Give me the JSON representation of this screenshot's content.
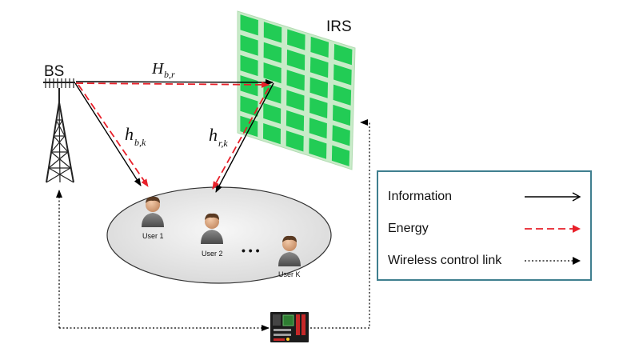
{
  "labels": {
    "bs": "BS",
    "irs": "IRS",
    "h_br_main": "H",
    "h_br_sub": "b,r",
    "h_bk_main": "h",
    "h_bk_sub": "b,k",
    "h_rk_main": "h",
    "h_rk_sub": "r,k"
  },
  "users": [
    {
      "label": "User 1"
    },
    {
      "label": "User 2"
    },
    {
      "label": "User K"
    }
  ],
  "ellipsis": "• • •",
  "legend": {
    "items": [
      {
        "label": "Information",
        "style": "solid",
        "color": "#000000"
      },
      {
        "label": "Energy",
        "style": "dashed",
        "color": "#e8202a"
      },
      {
        "label": "Wireless control link",
        "style": "dotted",
        "color": "#000000"
      }
    ]
  },
  "colors": {
    "irs_panel": "#c9ebc9",
    "irs_cell": "#22cc55",
    "energy": "#e8202a",
    "information": "#000000",
    "legend_border": "#3f7f8f"
  }
}
